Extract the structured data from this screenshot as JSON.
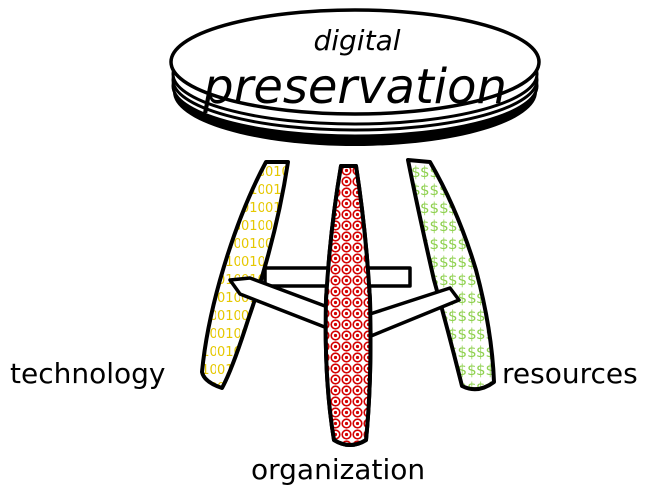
{
  "seat": {
    "line1": "digital",
    "line2": "preservation"
  },
  "legs": {
    "left": {
      "label": "technology",
      "pattern_text": "010",
      "color": "#e6c800"
    },
    "middle": {
      "label": "organization",
      "pattern_text": "@",
      "color": "#d40000"
    },
    "right": {
      "label": "resources",
      "pattern_text": "$$$",
      "color": "#8fd14f"
    }
  }
}
